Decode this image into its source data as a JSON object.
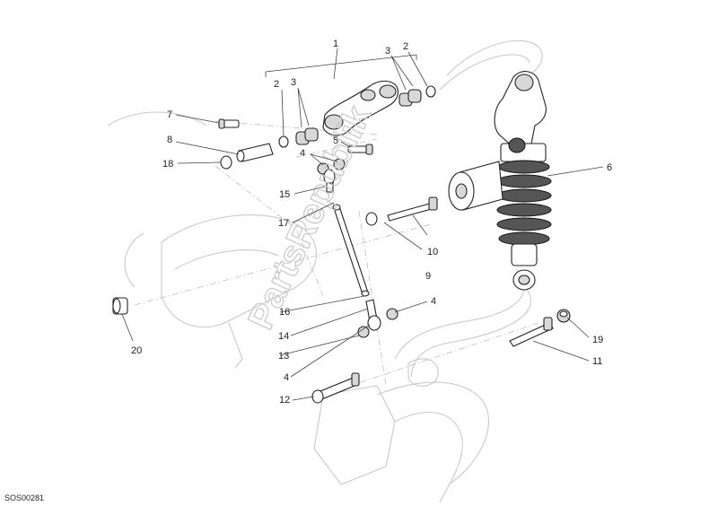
{
  "diagram": {
    "watermark": "PartsRepublik",
    "drawing_code": "SOS00281",
    "callouts": [
      {
        "id": "c1",
        "label": "1"
      },
      {
        "id": "c2a",
        "label": "2"
      },
      {
        "id": "c2b",
        "label": "2"
      },
      {
        "id": "c3a",
        "label": "3"
      },
      {
        "id": "c3b",
        "label": "3"
      },
      {
        "id": "c4a",
        "label": "4"
      },
      {
        "id": "c4b",
        "label": "4"
      },
      {
        "id": "c4c",
        "label": "4"
      },
      {
        "id": "c5",
        "label": "5"
      },
      {
        "id": "c6",
        "label": "6"
      },
      {
        "id": "c7",
        "label": "7"
      },
      {
        "id": "c8",
        "label": "8"
      },
      {
        "id": "c9",
        "label": "9"
      },
      {
        "id": "c10",
        "label": "10"
      },
      {
        "id": "c11",
        "label": "11"
      },
      {
        "id": "c12",
        "label": "12"
      },
      {
        "id": "c13",
        "label": "13"
      },
      {
        "id": "c14",
        "label": "14"
      },
      {
        "id": "c15",
        "label": "15"
      },
      {
        "id": "c16",
        "label": "16"
      },
      {
        "id": "c17",
        "label": "17"
      },
      {
        "id": "c18",
        "label": "18"
      },
      {
        "id": "c19",
        "label": "19"
      },
      {
        "id": "c20",
        "label": "20"
      }
    ]
  }
}
